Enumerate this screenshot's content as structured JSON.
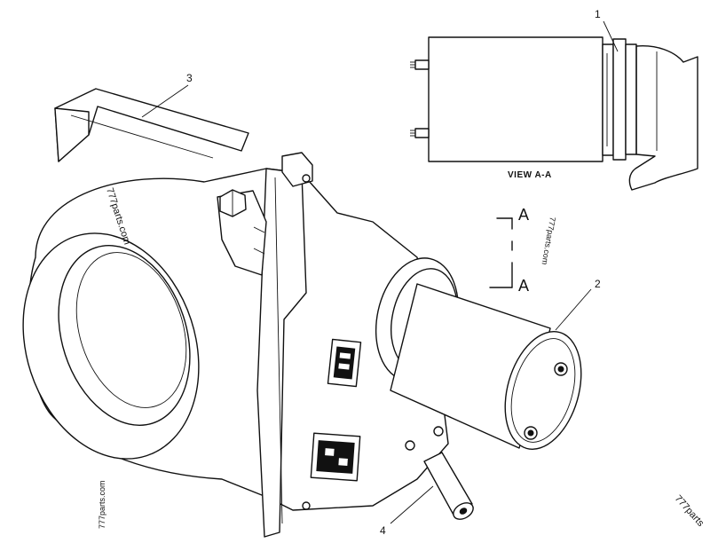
{
  "callouts": [
    "1",
    "2",
    "3",
    "4"
  ],
  "view": {
    "label": "VIEW A-A",
    "section_letter": "A"
  },
  "watermark": "777parts.com",
  "watermark_corner": "777parts"
}
